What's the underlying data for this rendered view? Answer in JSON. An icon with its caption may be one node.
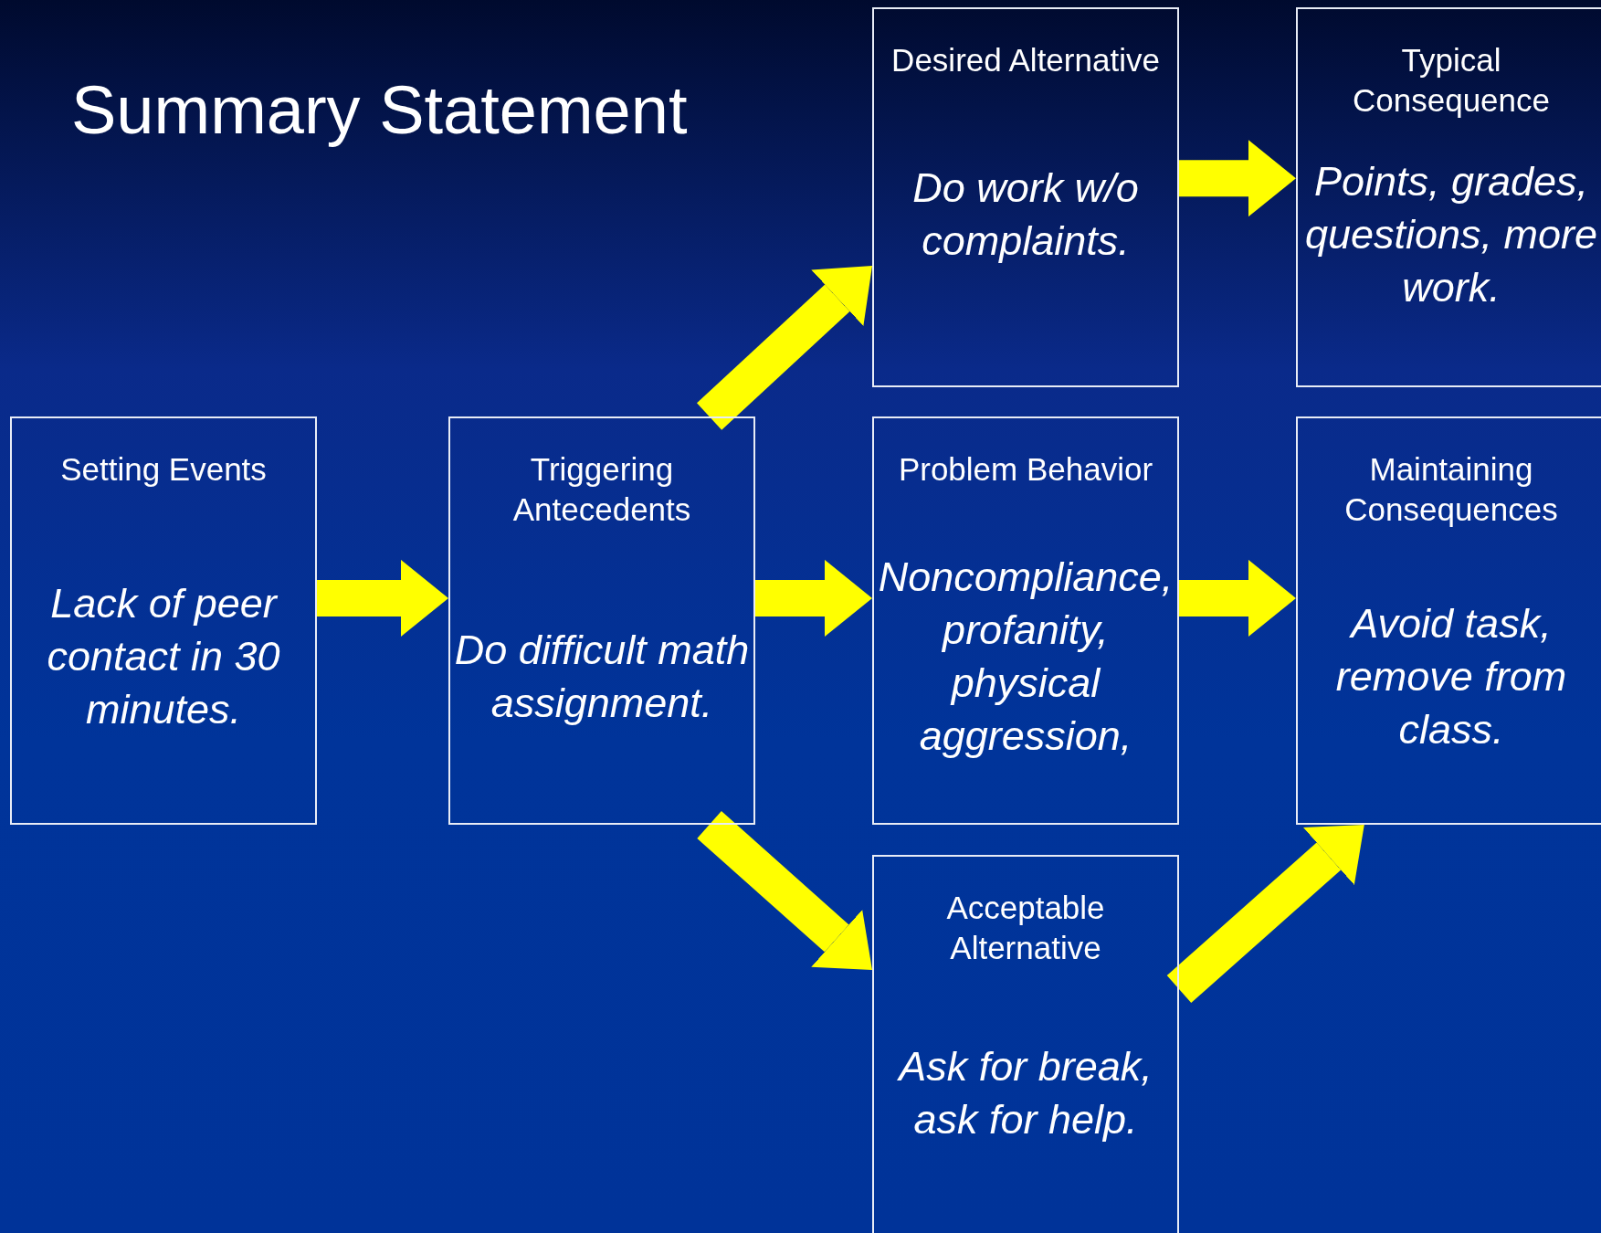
{
  "diagram": {
    "title": "Summary Statement",
    "nodes": [
      {
        "text": [
          "Desired Alternative",
          "Do work w/o complaints."
        ]
      },
      {
        "text": [
          "Typical Consequence",
          "Points, grades, questions, more work."
        ]
      },
      {
        "text": [
          "Setting Events",
          "Lack of peer contact in 30 minutes."
        ]
      },
      {
        "text": [
          "Triggering Antecedents",
          "Do difficult math assignment."
        ]
      },
      {
        "text": [
          "Problem Behavior",
          "Noncompliance, profanity, physical aggression,"
        ]
      },
      {
        "text": [
          "Maintaining Consequences",
          "Avoid task, remove from class."
        ]
      },
      {
        "text": [
          "Acceptable Alternative",
          "Ask for break, ask for help."
        ]
      }
    ],
    "edges": [
      {
        "from": 2,
        "to": 3,
        "arrow": "to"
      },
      {
        "from": 3,
        "to": 4,
        "arrow": "to"
      },
      {
        "from": 4,
        "to": 5,
        "arrow": "to"
      },
      {
        "from": 3,
        "to": 0,
        "arrow": "to"
      },
      {
        "from": 0,
        "to": 1,
        "arrow": "to"
      },
      {
        "from": 3,
        "to": 6,
        "arrow": "to"
      },
      {
        "from": 6,
        "to": 5,
        "arrow": "to"
      }
    ]
  }
}
